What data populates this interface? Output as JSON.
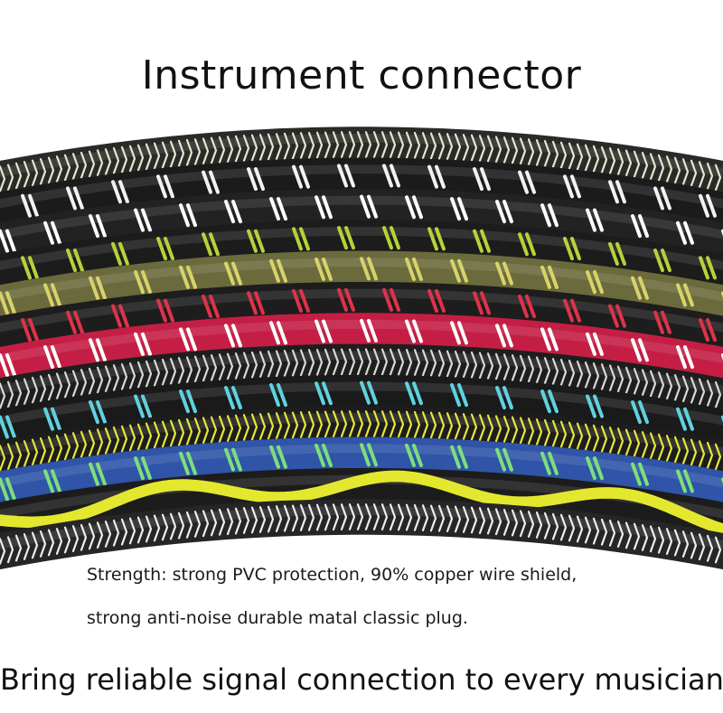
{
  "title": "Instrument connector",
  "description": {
    "line1": "Strength: strong PVC protection, 90% copper wire shield,",
    "line2": "strong anti-noise durable matal classic plug."
  },
  "tagline": "Bring reliable signal connection to every musician",
  "cables": [
    {
      "name": "cream-black-cable",
      "base": "#2a2a28",
      "accent": "#e8e6cf",
      "style": "zigzag"
    },
    {
      "name": "black-white-cable-1",
      "base": "#1b1b1b",
      "accent": "#f2f2f2",
      "style": "dash"
    },
    {
      "name": "black-white-cable-2",
      "base": "#222222",
      "accent": "#ffffff",
      "style": "dash"
    },
    {
      "name": "black-lime-cable",
      "base": "#1c1c1c",
      "accent": "#b6d23a",
      "style": "dash"
    },
    {
      "name": "olive-camo-cable",
      "base": "#6b6a3c",
      "accent": "#d8d36a",
      "style": "dash"
    },
    {
      "name": "black-red-cable",
      "base": "#1d1d1d",
      "accent": "#e0324a",
      "style": "dash"
    },
    {
      "name": "crimson-white-cable",
      "base": "#c41e45",
      "accent": "#ffffff",
      "style": "dash"
    },
    {
      "name": "black-grey-cable",
      "base": "#1e1e1e",
      "accent": "#d9d9d9",
      "style": "zigzag"
    },
    {
      "name": "black-cyan-cable",
      "base": "#1a1a1a",
      "accent": "#5fd2e0",
      "style": "dash"
    },
    {
      "name": "yellow-black-cable",
      "base": "#1d1d1d",
      "accent": "#e6e83a",
      "style": "zigzag"
    },
    {
      "name": "blue-green-cable",
      "base": "#2f54a8",
      "accent": "#7be07a",
      "style": "dash"
    },
    {
      "name": "yellow-wave-cable",
      "base": "#1c1c1c",
      "accent": "#e3e82f",
      "style": "wave"
    },
    {
      "name": "black-white-zigzag-cable",
      "base": "#262626",
      "accent": "#eeeeee",
      "style": "zigzag"
    }
  ]
}
